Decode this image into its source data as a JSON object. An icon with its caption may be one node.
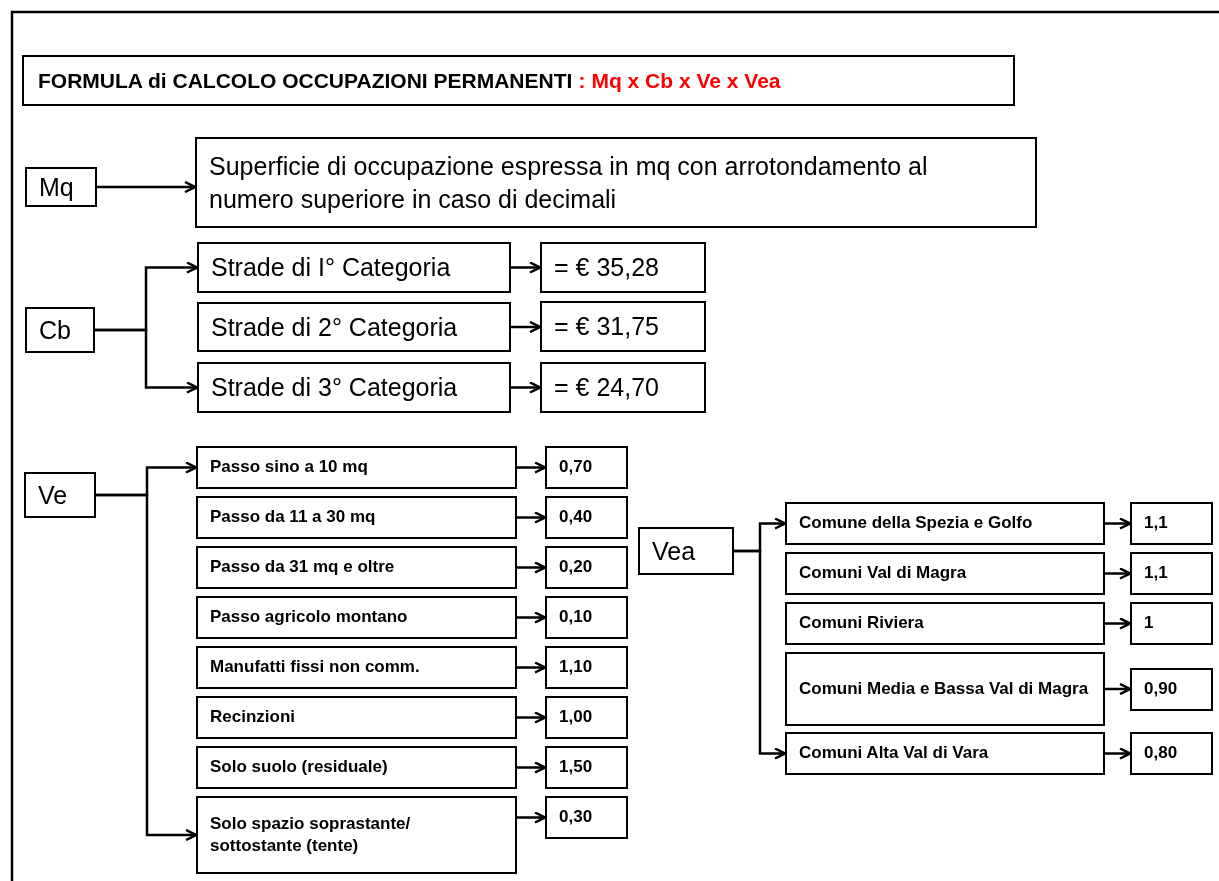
{
  "diagram": {
    "nodes": [
      {
        "text": [
          "FORMULA di CALCOLO OCCUPAZIONI PERMANENTI",
          ": Mq x Cb x Ve x Vea"
        ]
      },
      {
        "text": [
          "Mq"
        ]
      },
      {
        "text": [
          "Superficie di occupazione espressa in mq con arrotondamento al numero superiore in caso di decimali"
        ]
      },
      {
        "text": [
          "Cb"
        ]
      },
      {
        "text": [
          "Strade di I° Categoria"
        ]
      },
      {
        "text": [
          "= € 35,28"
        ]
      },
      {
        "text": [
          "Strade di 2° Categoria"
        ]
      },
      {
        "text": [
          "= € 31,75"
        ]
      },
      {
        "text": [
          "Strade di 3° Categoria"
        ]
      },
      {
        "text": [
          "= € 24,70"
        ]
      },
      {
        "text": [
          "Ve"
        ]
      },
      {
        "text": [
          "Passo sino a 10 mq"
        ]
      },
      {
        "text": [
          "0,70"
        ]
      },
      {
        "text": [
          "Passo da 11 a 30 mq"
        ]
      },
      {
        "text": [
          "0,40"
        ]
      },
      {
        "text": [
          "Passo da 31 mq e oltre"
        ]
      },
      {
        "text": [
          "0,20"
        ]
      },
      {
        "text": [
          "Passo agricolo montano"
        ]
      },
      {
        "text": [
          "0,10"
        ]
      },
      {
        "text": [
          "Manufatti fissi non comm."
        ]
      },
      {
        "text": [
          "1,10"
        ]
      },
      {
        "text": [
          "Recinzioni"
        ]
      },
      {
        "text": [
          "1,00"
        ]
      },
      {
        "text": [
          "Solo suolo (residuale)"
        ]
      },
      {
        "text": [
          "1,50"
        ]
      },
      {
        "text": [
          "Solo spazio soprastante/ sottostante (tente)"
        ]
      },
      {
        "text": [
          "0,30"
        ]
      },
      {
        "text": [
          "Vea"
        ]
      },
      {
        "text": [
          "Comune della Spezia e Golfo"
        ]
      },
      {
        "text": [
          "1,1"
        ]
      },
      {
        "text": [
          "Comuni Val di Magra"
        ]
      },
      {
        "text": [
          "1,1"
        ]
      },
      {
        "text": [
          "Comuni Riviera"
        ]
      },
      {
        "text": [
          "1"
        ]
      },
      {
        "text": [
          "Comuni Media e Bassa Val di Magra"
        ]
      },
      {
        "text": [
          "0,90"
        ]
      },
      {
        "text": [
          "Comuni Alta Val di Vara"
        ]
      },
      {
        "text": [
          "0,80"
        ]
      }
    ],
    "edges": [
      {
        "from": 1,
        "to": 2,
        "arrow": "to"
      },
      {
        "from": 3,
        "to": 4,
        "arrow": "to"
      },
      {
        "from": 3,
        "to": 8,
        "arrow": "to"
      },
      {
        "from": 4,
        "to": 5,
        "arrow": "to"
      },
      {
        "from": 6,
        "to": 7,
        "arrow": "to"
      },
      {
        "from": 8,
        "to": 9,
        "arrow": "to"
      },
      {
        "from": 10,
        "to": 11,
        "arrow": "to"
      },
      {
        "from": 10,
        "to": 25,
        "arrow": "to"
      },
      {
        "from": 11,
        "to": 12,
        "arrow": "to"
      },
      {
        "from": 13,
        "to": 14,
        "arrow": "to"
      },
      {
        "from": 15,
        "to": 16,
        "arrow": "to"
      },
      {
        "from": 17,
        "to": 18,
        "arrow": "to"
      },
      {
        "from": 19,
        "to": 20,
        "arrow": "to"
      },
      {
        "from": 21,
        "to": 22,
        "arrow": "to"
      },
      {
        "from": 23,
        "to": 24,
        "arrow": "to"
      },
      {
        "from": 25,
        "to": 26,
        "arrow": "to"
      },
      {
        "from": 27,
        "to": 28,
        "arrow": "to"
      },
      {
        "from": 27,
        "to": 36,
        "arrow": "to"
      },
      {
        "from": 28,
        "to": 29,
        "arrow": "to"
      },
      {
        "from": 30,
        "to": 31,
        "arrow": "to"
      },
      {
        "from": 32,
        "to": 33,
        "arrow": "to"
      },
      {
        "from": 34,
        "to": 35,
        "arrow": "to"
      },
      {
        "from": 36,
        "to": 37,
        "arrow": "to"
      }
    ]
  }
}
